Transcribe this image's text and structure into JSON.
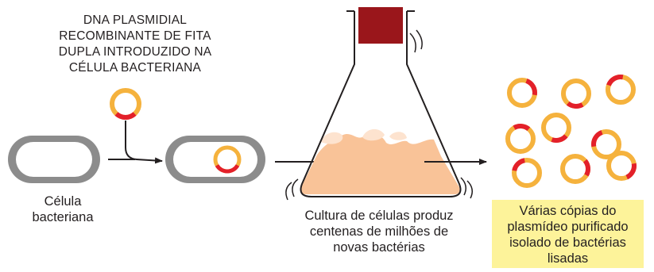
{
  "captions": {
    "plasmid_introduced": [
      "DNA PLASMIDIAL",
      "RECOMBINANTE DE FITA",
      "DUPLA INTRODUZIDO NA",
      "CÉLULA BACTERIANA"
    ],
    "bacterial_cell": [
      "Célula",
      "bacteriana"
    ],
    "cell_culture": [
      "Cultura de células produz",
      "centenas de milhões de",
      "novas bactérias"
    ],
    "plasmid_copies": [
      "Várias cópias do",
      "plasmídeo purificado",
      "isolado de bactérias",
      "lisadas"
    ]
  },
  "colors": {
    "plasmid_ring": "#f5b23d",
    "recombinant_insert": "#e3202a",
    "cell_wall": "#8c8c8c",
    "culture_medium": "#f9c398",
    "flask_stopper": "#9a161b",
    "arrow": "#231f20",
    "highlight_box": "#fdf39a"
  },
  "icons": {
    "flask": "erlenmeyer-flask-icon",
    "plasmid": "plasmid-icon",
    "cell": "bacterial-cell-icon",
    "arrow": "arrow-icon"
  }
}
